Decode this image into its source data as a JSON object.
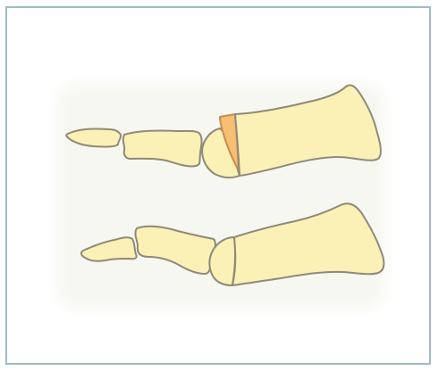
{
  "colors": {
    "frame_border": "#9bbccb",
    "bone_fill": "#fbf0b6",
    "bone_stroke": "#8f8a78",
    "highlight_fill": "#f8bf72",
    "highlight_stroke": "#c48c52",
    "background_glow": "#f7f7f2"
  },
  "figure": {
    "top_row": [
      "distal-phalanx",
      "middle-phalanx",
      "proximal-phalanx-head",
      "wedge-segment",
      "metatarsal"
    ],
    "bottom_row": [
      "distal-phalanx",
      "middle-phalanx",
      "proximal-phalanx-head",
      "metatarsal"
    ]
  }
}
